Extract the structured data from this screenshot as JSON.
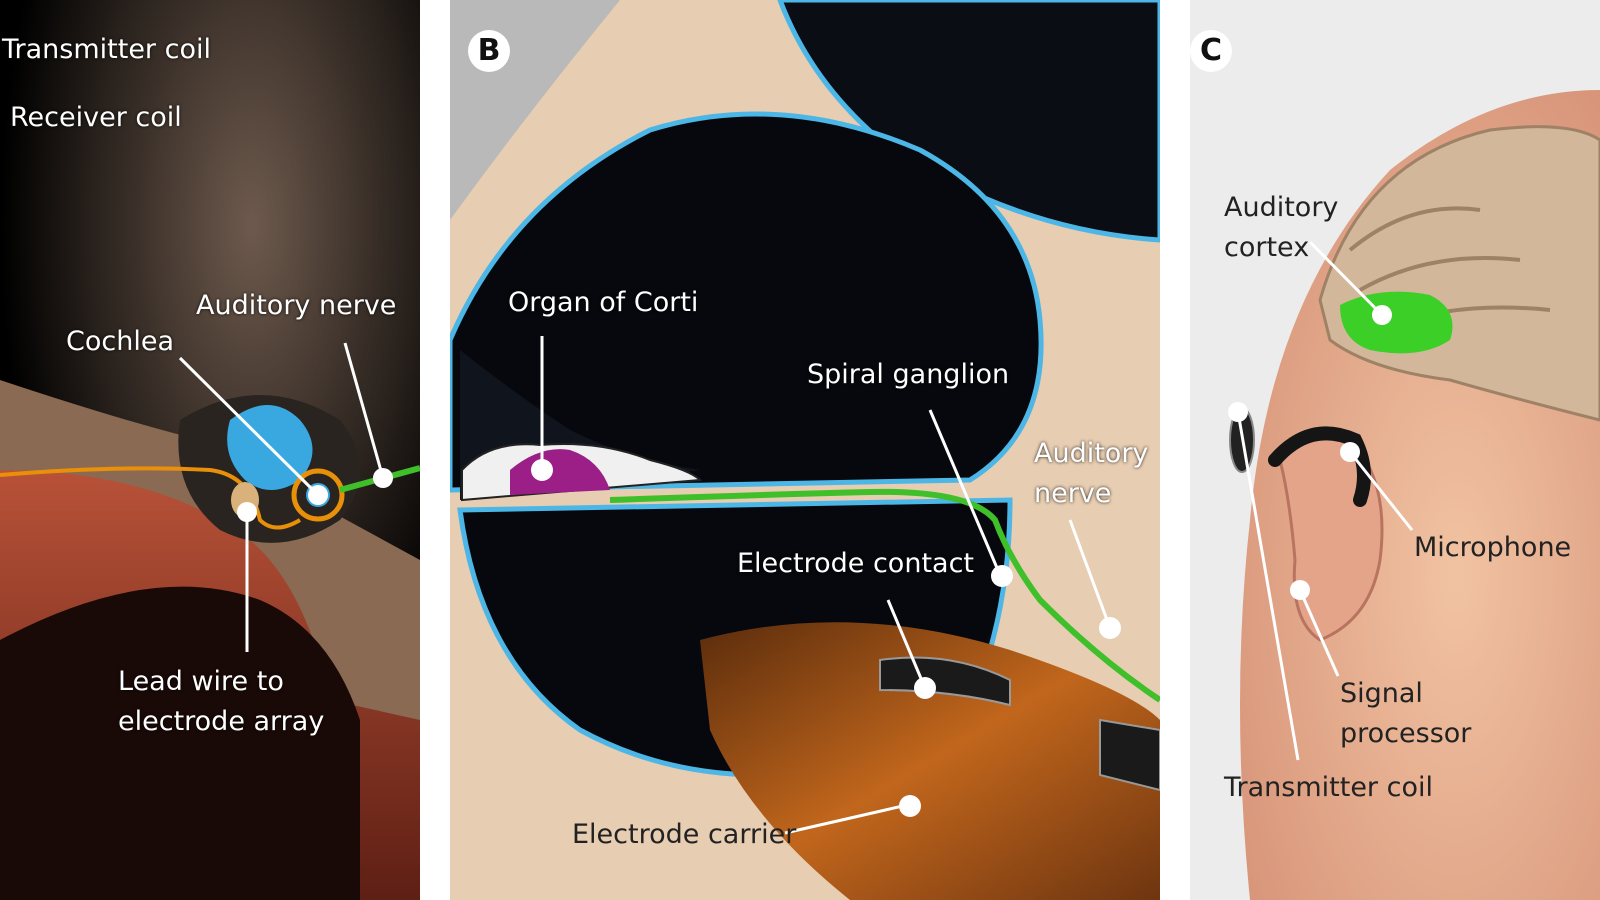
{
  "panels": {
    "a": {
      "labels": {
        "transmitter_coil": "Transmitter coil",
        "receiver_coil": "Receiver coil",
        "auditory_nerve": "Auditory nerve",
        "cochlea": "Cochlea",
        "lead_wire": "Lead wire to\nelectrode array"
      }
    },
    "b": {
      "letter": "B",
      "labels": {
        "organ_of_corti": "Organ of Corti",
        "spiral_ganglion": "Spiral ganglion",
        "auditory_nerve": "Auditory\nnerve",
        "electrode_contact": "Electrode contact",
        "electrode_carrier": "Electrode carrier"
      }
    },
    "c": {
      "letter": "C",
      "labels": {
        "auditory_cortex": "Auditory\ncortex",
        "microphone": "Microphone",
        "signal_processor": "Signal\nprocessor",
        "transmitter_coil": "Transmitter coil"
      }
    }
  },
  "colors": {
    "nerve_green": "#3fbf2a",
    "cochlea_blue": "#3aa8e0",
    "membrane_blue": "#4cb6e6",
    "lead_wire_orange": "#e8900a",
    "organ_magenta": "#9b1f86",
    "skin_tan": "#e7cdb1",
    "brain_tan": "#d2b79a",
    "cortex_green": "#3ccf28",
    "electrode_copper": "#c1661c",
    "ear_canal_red": "#a8452c"
  },
  "icons": [
    "pointer-dot-icon",
    "leader-line-icon"
  ]
}
